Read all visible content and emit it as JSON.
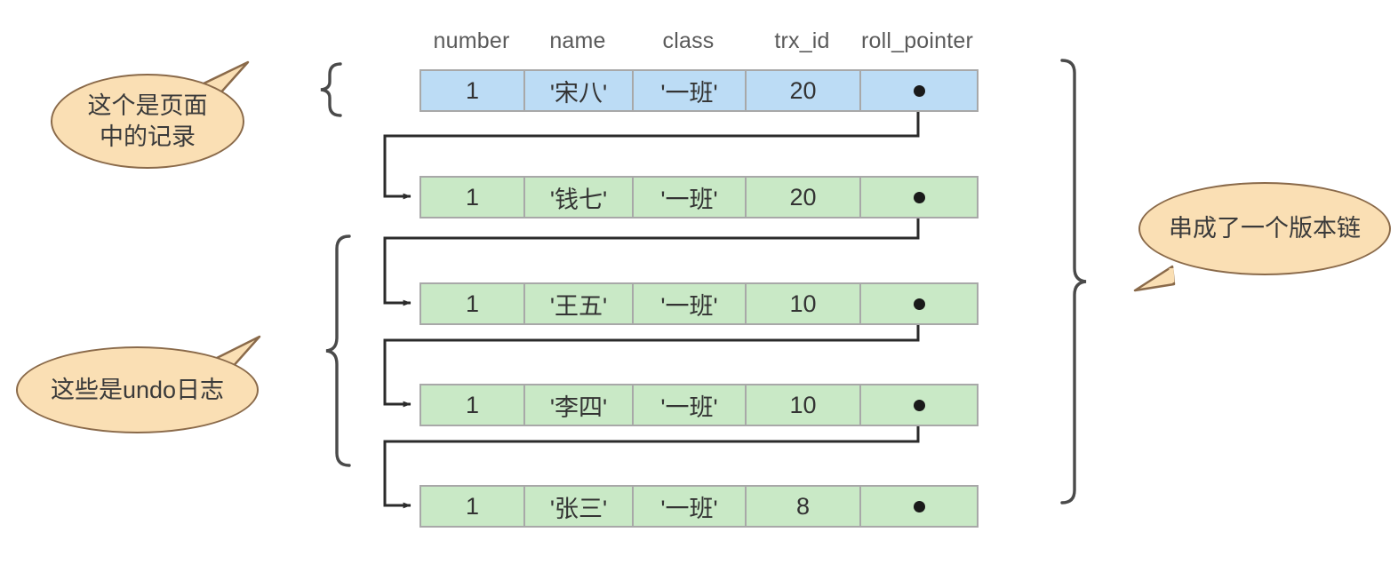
{
  "diagram": {
    "title": "MySQL undo log version chain",
    "colors": {
      "record_fill": "#bcdcf5",
      "undo_fill": "#c9e9c6",
      "callout_fill": "#fadfb4",
      "callout_border": "#8a6a4a",
      "cell_border": "#a8a8a8",
      "connector": "#333333",
      "header_text": "#5a5a5a"
    }
  },
  "table": {
    "columns": [
      "number",
      "name",
      "class",
      "trx_id",
      "roll_pointer"
    ],
    "rows": [
      {
        "kind": "record",
        "number": "1",
        "name": "'宋八'",
        "class": "'一班'",
        "trx_id": "20",
        "roll_pointer": "pointer-dot",
        "has_next": true
      },
      {
        "kind": "undo-log",
        "number": "1",
        "name": "'钱七'",
        "class": "'一班'",
        "trx_id": "20",
        "roll_pointer": "pointer-dot",
        "has_next": true
      },
      {
        "kind": "undo-log",
        "number": "1",
        "name": "'王五'",
        "class": "'一班'",
        "trx_id": "10",
        "roll_pointer": "pointer-dot",
        "has_next": true
      },
      {
        "kind": "undo-log",
        "number": "1",
        "name": "'李四'",
        "class": "'一班'",
        "trx_id": "10",
        "roll_pointer": "pointer-dot",
        "has_next": true
      },
      {
        "kind": "undo-log",
        "number": "1",
        "name": "'张三'",
        "class": "'一班'",
        "trx_id": "8",
        "roll_pointer": "pointer-dot",
        "has_next": false
      }
    ]
  },
  "callouts": {
    "record": {
      "line1": "这个是页面",
      "line2": "中的记录"
    },
    "undo": {
      "text": "这些是undo日志"
    },
    "chain": {
      "text": "串成了一个版本链"
    }
  },
  "braces": {
    "record_brace": "{",
    "undo_brace": "{",
    "chain_brace": "}"
  }
}
